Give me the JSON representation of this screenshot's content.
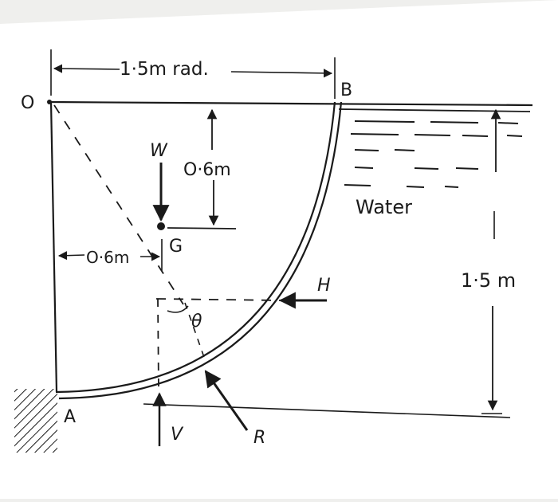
{
  "labels": {
    "point_o": "O",
    "point_b": "B",
    "point_a": "A",
    "point_g": "G",
    "weight": "W",
    "horizontal_force": "H",
    "vertical_force": "V",
    "resultant": "R",
    "angle": "θ",
    "fluid": "Water"
  },
  "dimensions": {
    "radius": "1·5m rad.",
    "g_depth": "O·6m",
    "g_offset": "O·6m",
    "water_depth": "1·5 m"
  },
  "colors": {
    "ink": "#1a1a1a",
    "paper": "#ffffff",
    "background": "#efefed"
  }
}
